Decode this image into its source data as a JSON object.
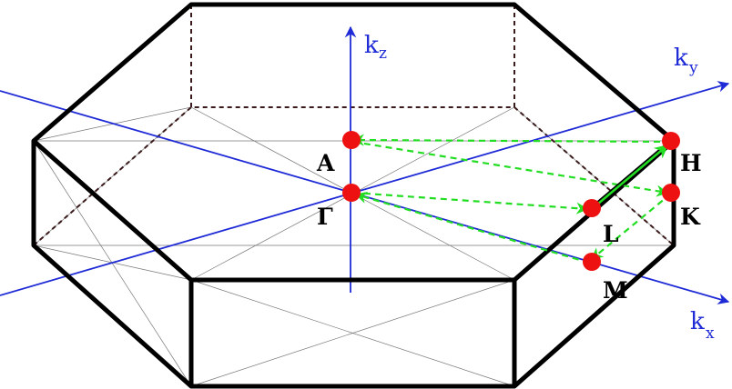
{
  "colors": {
    "edge": "#000000",
    "axis": "#1f2bd6",
    "path": "#22dd22",
    "point": "#ee1111"
  },
  "axes": {
    "kz": {
      "main": "k",
      "sub": "z"
    },
    "ky": {
      "main": "k",
      "sub": "y"
    },
    "kx": {
      "main": "k",
      "sub": "x"
    }
  },
  "points": {
    "A": "A",
    "Gamma": "Γ",
    "H": "H",
    "K": "K",
    "L": "L",
    "M": "M"
  }
}
